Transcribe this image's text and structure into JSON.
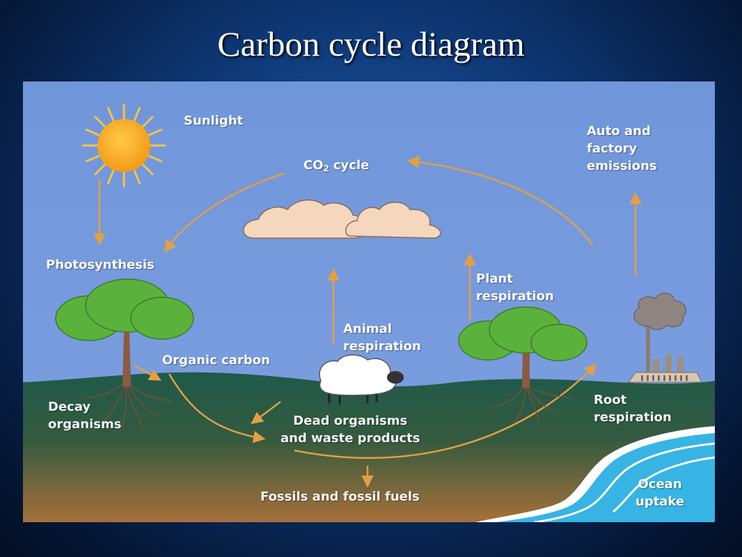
{
  "slide": {
    "title": "Carbon cycle diagram"
  },
  "labels": {
    "sunlight": "Sunlight",
    "co2_prefix": "CO",
    "co2_sub": "2",
    "co2_suffix": "cycle",
    "auto_line1": "Auto and",
    "auto_line2": "factory",
    "auto_line3": "emissions",
    "photosynthesis": "Photosynthesis",
    "plant_line1": "Plant",
    "plant_line2": "respiration",
    "animal_line1": "Animal",
    "animal_line2": "respiration",
    "organic_carbon": "Organic carbon",
    "decay_line1": "Decay",
    "decay_line2": "organisms",
    "root_line1": "Root",
    "root_line2": "respiration",
    "dead_line1": "Dead organisms",
    "dead_line2": "and waste products",
    "fossils": "Fossils and fossil fuels",
    "ocean_line1": "Ocean",
    "ocean_line2": "uptake"
  },
  "icons": [
    "sun-icon",
    "cloud-icon",
    "tree-icon",
    "sheep-icon",
    "factory-icon",
    "smoke-icon",
    "ocean-wave-icon"
  ],
  "colors": {
    "sky": "#6f94d8",
    "ground": "#1f5b48",
    "arrow": "#e1a046",
    "sun": "#f6a21b",
    "ocean": "#35b3e3",
    "tree_canopy": "#5ab23c",
    "trunk": "#8a5b43"
  }
}
